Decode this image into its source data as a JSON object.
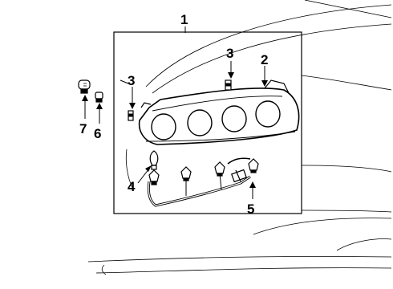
{
  "diagram": {
    "callouts": {
      "c1": "1",
      "c2": "2",
      "c3a": "3",
      "c3b": "3",
      "c4": "4",
      "c5": "5",
      "c6": "6",
      "c7": "7"
    }
  }
}
